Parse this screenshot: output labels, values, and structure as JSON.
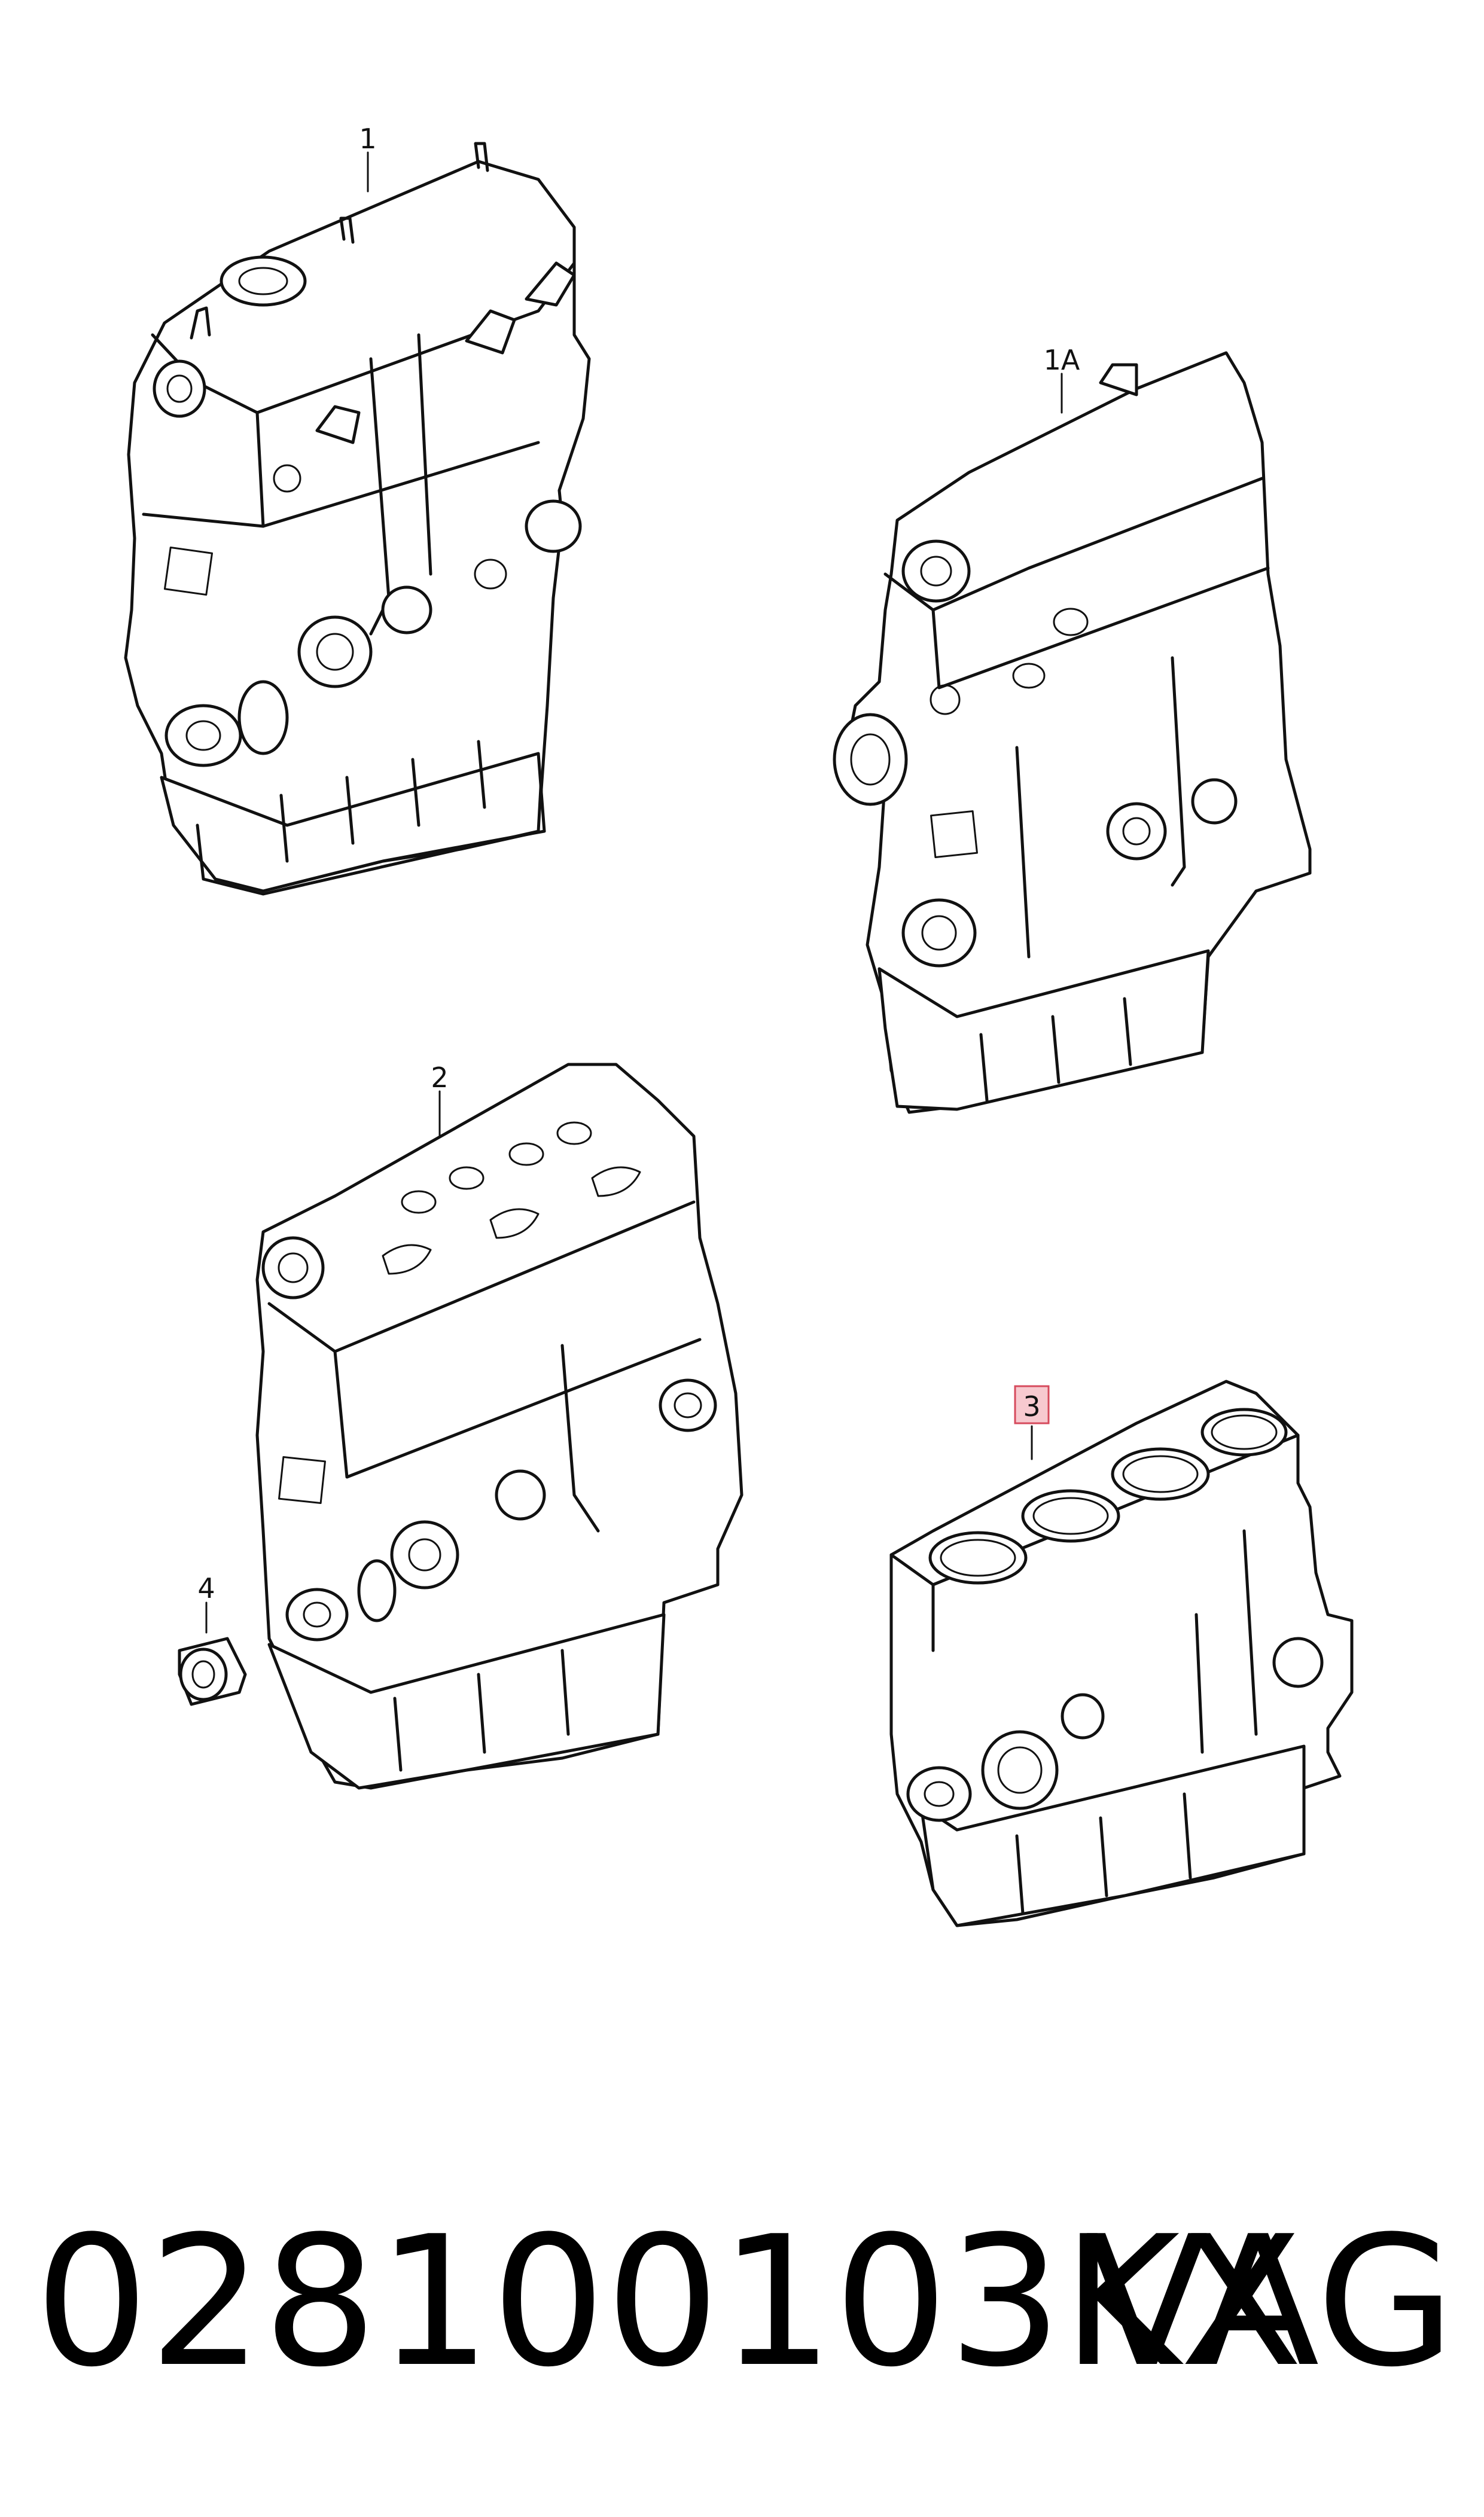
{
  "callouts": {
    "c1": "1",
    "c1a": "1A",
    "c2": "2",
    "c3": "3",
    "c4": "4"
  },
  "highlighted_callout": "3",
  "part_number": "028100103KX",
  "brand": "VAG",
  "colors": {
    "line": "#111111",
    "highlight_fill": "#f7c9cf",
    "highlight_stroke": "#d64a5c"
  }
}
